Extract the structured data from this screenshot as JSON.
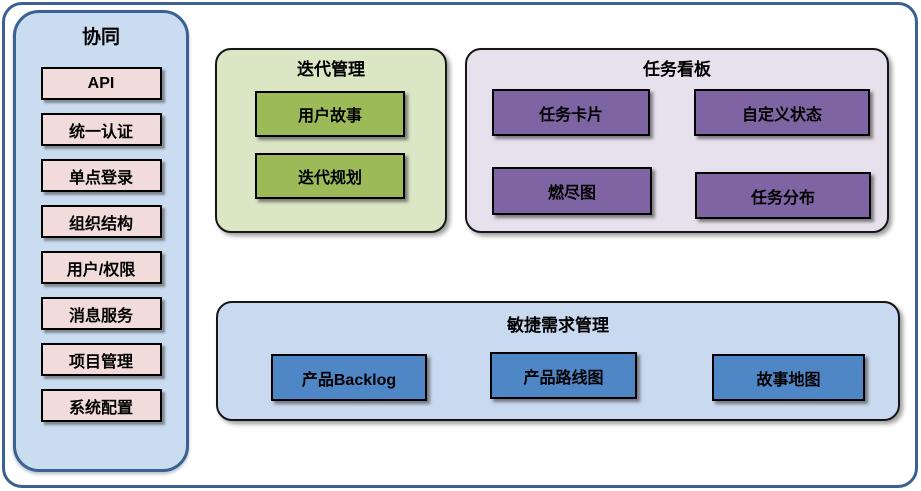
{
  "colors": {
    "outer_border": "#3a6191",
    "sidebar_bg": "#cadcf0",
    "sidebar_border": "#3a6191",
    "sidebar_item_bg": "#f2dcdb",
    "iteration_panel_bg": "#dae6c4",
    "iteration_box_bg": "#9cba58",
    "kanban_panel_bg": "#e6e1ec",
    "kanban_box_bg": "#7e64a2",
    "agile_panel_bg": "#c9d9f0",
    "agile_box_bg": "#4e86c6",
    "box_border": "#000000",
    "text": "#000000"
  },
  "sidebar": {
    "title": "协同",
    "items": [
      "API",
      "统一认证",
      "单点登录",
      "组织结构",
      "用户/权限",
      "消息服务",
      "项目管理",
      "系统配置"
    ]
  },
  "panels": {
    "iteration": {
      "title": "迭代管理",
      "items": [
        "用户故事",
        "迭代规划"
      ]
    },
    "kanban": {
      "title": "任务看板",
      "items": [
        "任务卡片",
        "自定义状态",
        "燃尽图",
        "任务分布"
      ]
    },
    "agile": {
      "title": "敏捷需求管理",
      "items": [
        "产品Backlog",
        "产品路线图",
        "故事地图"
      ]
    }
  }
}
